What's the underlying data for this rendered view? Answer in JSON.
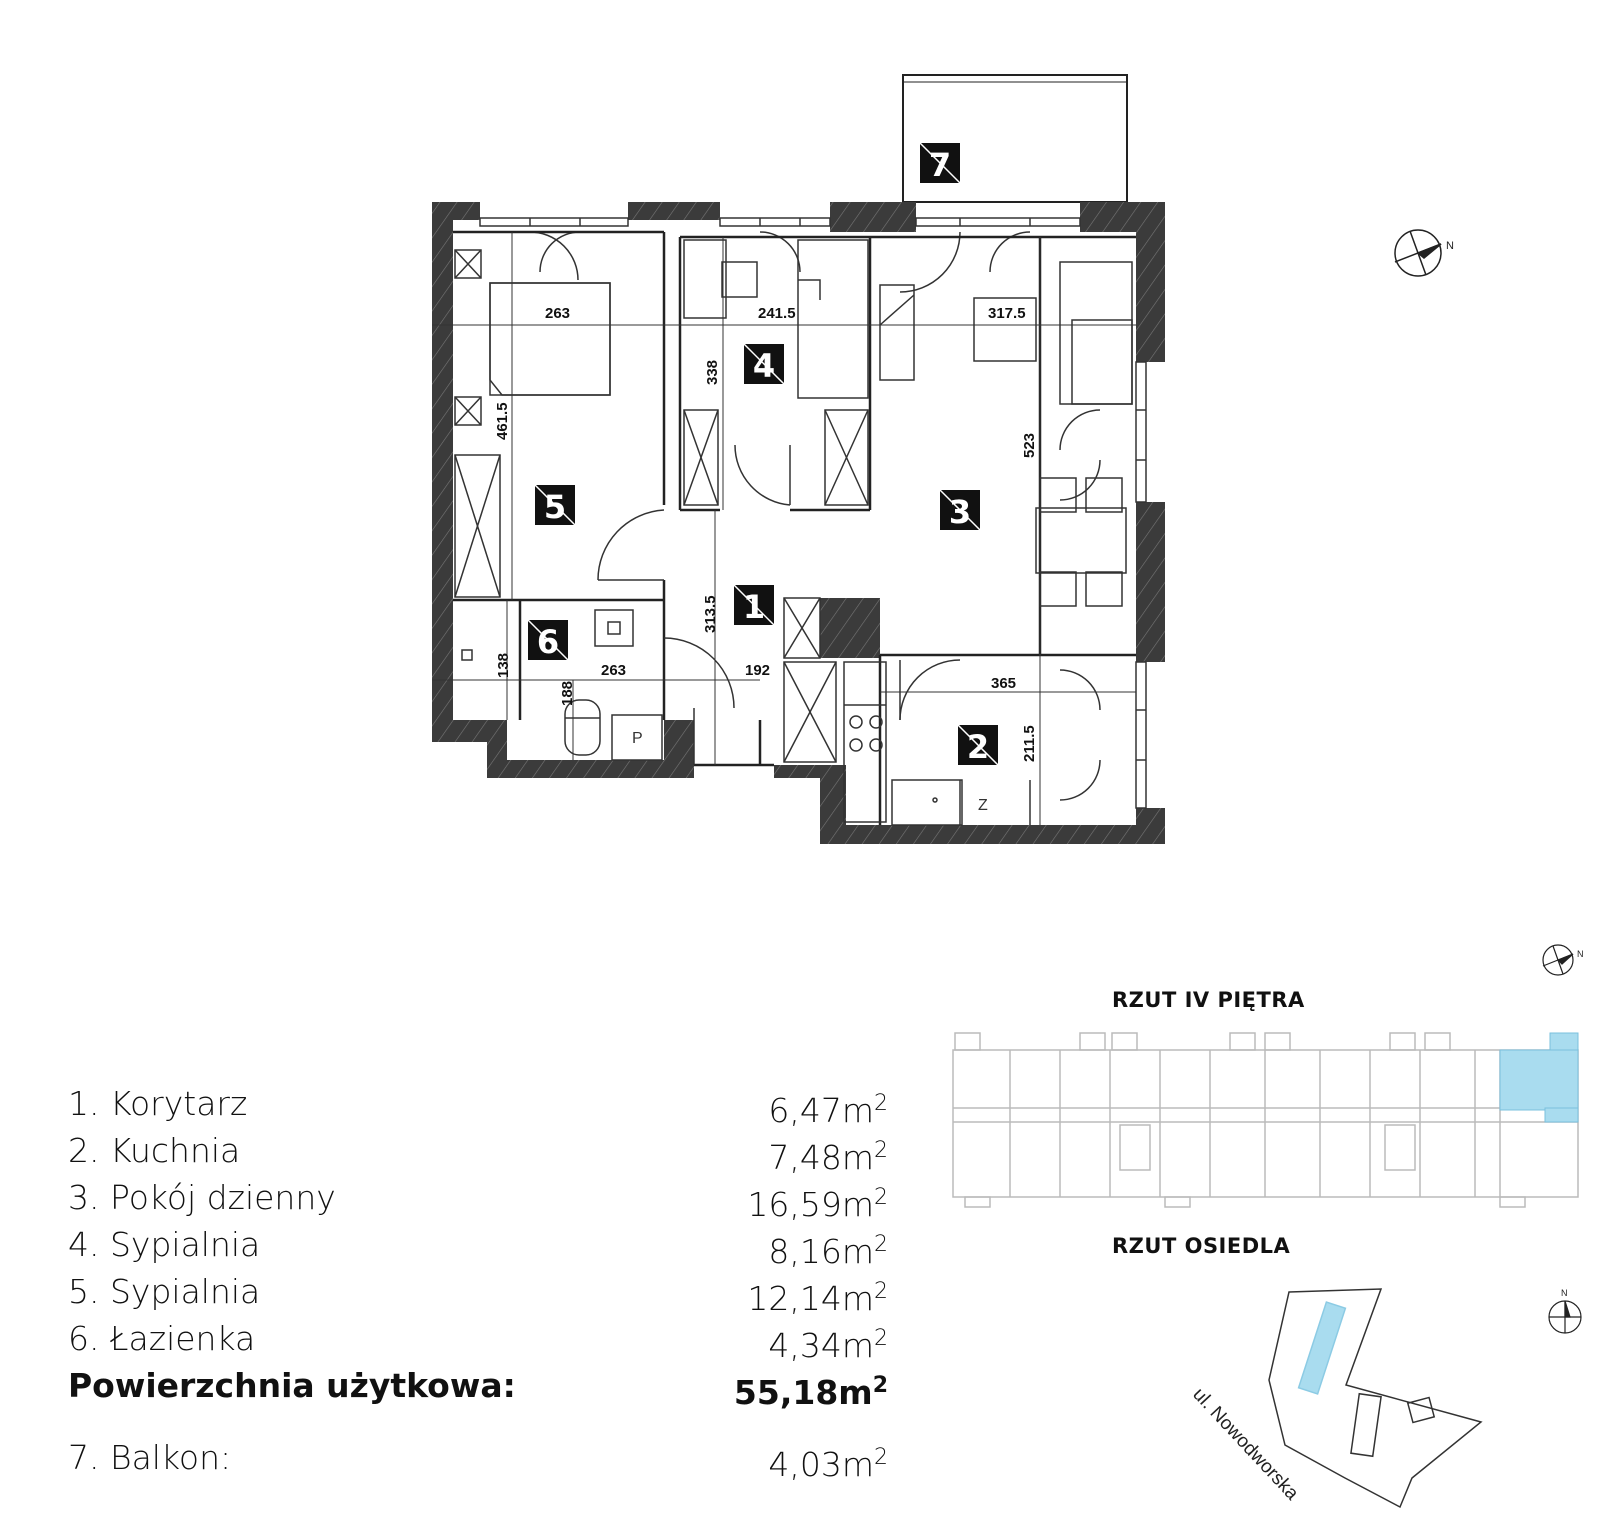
{
  "plan": {
    "room_badges": [
      "1",
      "2",
      "3",
      "4",
      "5",
      "6",
      "7"
    ],
    "dimensions": {
      "d263a": "263",
      "d241": "241.5",
      "d317": "317.5",
      "d338": "338",
      "d461": "461.5",
      "d523": "523",
      "d313": "313.5",
      "d138": "138",
      "d263b": "263",
      "d192": "192",
      "d188": "188",
      "d365": "365",
      "d211": "211.5"
    },
    "fixture_letters": {
      "p": "P",
      "z": "Z"
    },
    "compass_letter": "N"
  },
  "rooms": [
    {
      "label": "1. Korytarz",
      "area": "6,47m",
      "unit_sup": "2"
    },
    {
      "label": "2. Kuchnia",
      "area": "7,48m",
      "unit_sup": "2"
    },
    {
      "label": "3. Pokój dzienny",
      "area": "16,59m",
      "unit_sup": "2"
    },
    {
      "label": "4. Sypialnia",
      "area": "8,16m",
      "unit_sup": "2"
    },
    {
      "label": "5. Sypialnia",
      "area": "12,14m",
      "unit_sup": "2"
    },
    {
      "label": "6. Łazienka",
      "area": "4,34m",
      "unit_sup": "2"
    }
  ],
  "total": {
    "label": "Powierzchnia użytkowa:",
    "area": "55,18m",
    "unit_sup": "2"
  },
  "balcony": {
    "label": "7. Balkon:",
    "area": "4,03m",
    "unit_sup": "2"
  },
  "floor_plan_title": "RZUT IV PIĘTRA",
  "estate_plan_title": "RZUT OSIEDLA",
  "street_label": "ul. Nowodworska",
  "colors": {
    "highlight": "#a9dcef",
    "wall": "#3a3a3a",
    "line": "#222222",
    "mini": "#bbbbbb"
  }
}
